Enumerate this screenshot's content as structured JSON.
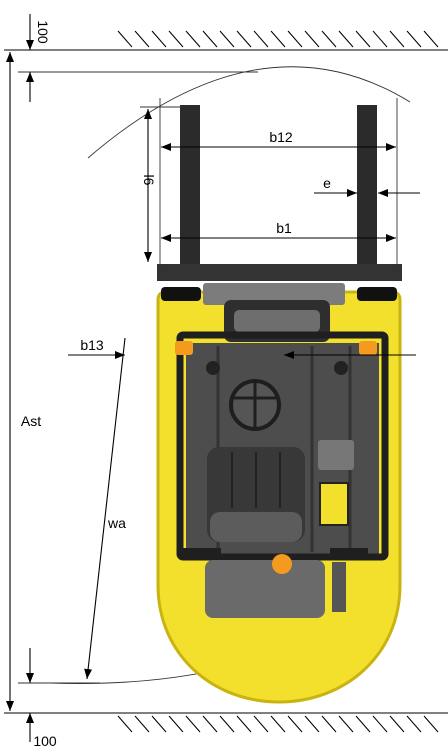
{
  "labels": {
    "top_100": "100",
    "b12": "b12",
    "l6": "l6",
    "e": "e",
    "b1": "b1",
    "b13": "b13",
    "ast": "Ast",
    "wa": "wa",
    "bottom_100": "100"
  },
  "colors": {
    "body_yellow": "#f2e02c",
    "body_edge": "#c9b40f",
    "frame_dark": "#2b2b2b",
    "panel_gray": "#5a5a5a",
    "light_orange": "#f39a1f",
    "line": "#000000"
  }
}
